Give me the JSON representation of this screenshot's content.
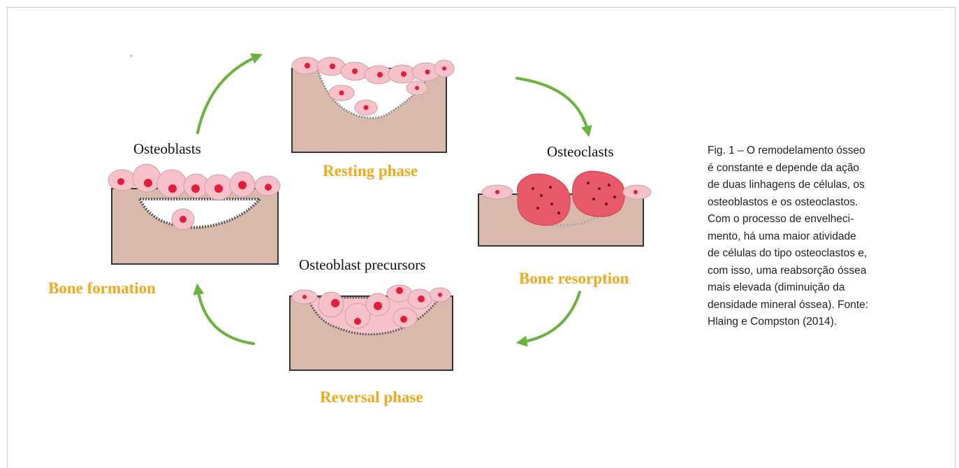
{
  "labels": {
    "osteoblasts": "Osteoblasts",
    "resting_phase": "Resting phase",
    "osteoclasts": "Osteoclasts",
    "bone_resorption": "Bone resorption",
    "osteoblast_precursors": "Osteoblast precursors",
    "reversal_phase": "Reversal phase",
    "bone_formation": "Bone formation"
  },
  "caption": {
    "lines": [
      "Fig. 1 – O remodelamento ósseo",
      "é constante e depende da ação",
      "de duas linhagens de células, os",
      "osteoblastos e os osteoclastos.",
      "Com o processo de envelheci-",
      "mento, há uma maior atividade",
      "de células do tipo osteoclastos e,",
      "com isso, uma reabsorção óssea",
      "mais elevada (diminuição da",
      "densidade mineral óssea). Fonte:",
      "Hlaing e Compston (2014)."
    ]
  },
  "colors": {
    "bone": "#d9b9ac",
    "cell": "#f6c1c8",
    "nucleus": "#e21d3c",
    "osteoclast": "#e85a6a",
    "arrow": "#6ab33e",
    "phase_label": "#f0a81c"
  }
}
